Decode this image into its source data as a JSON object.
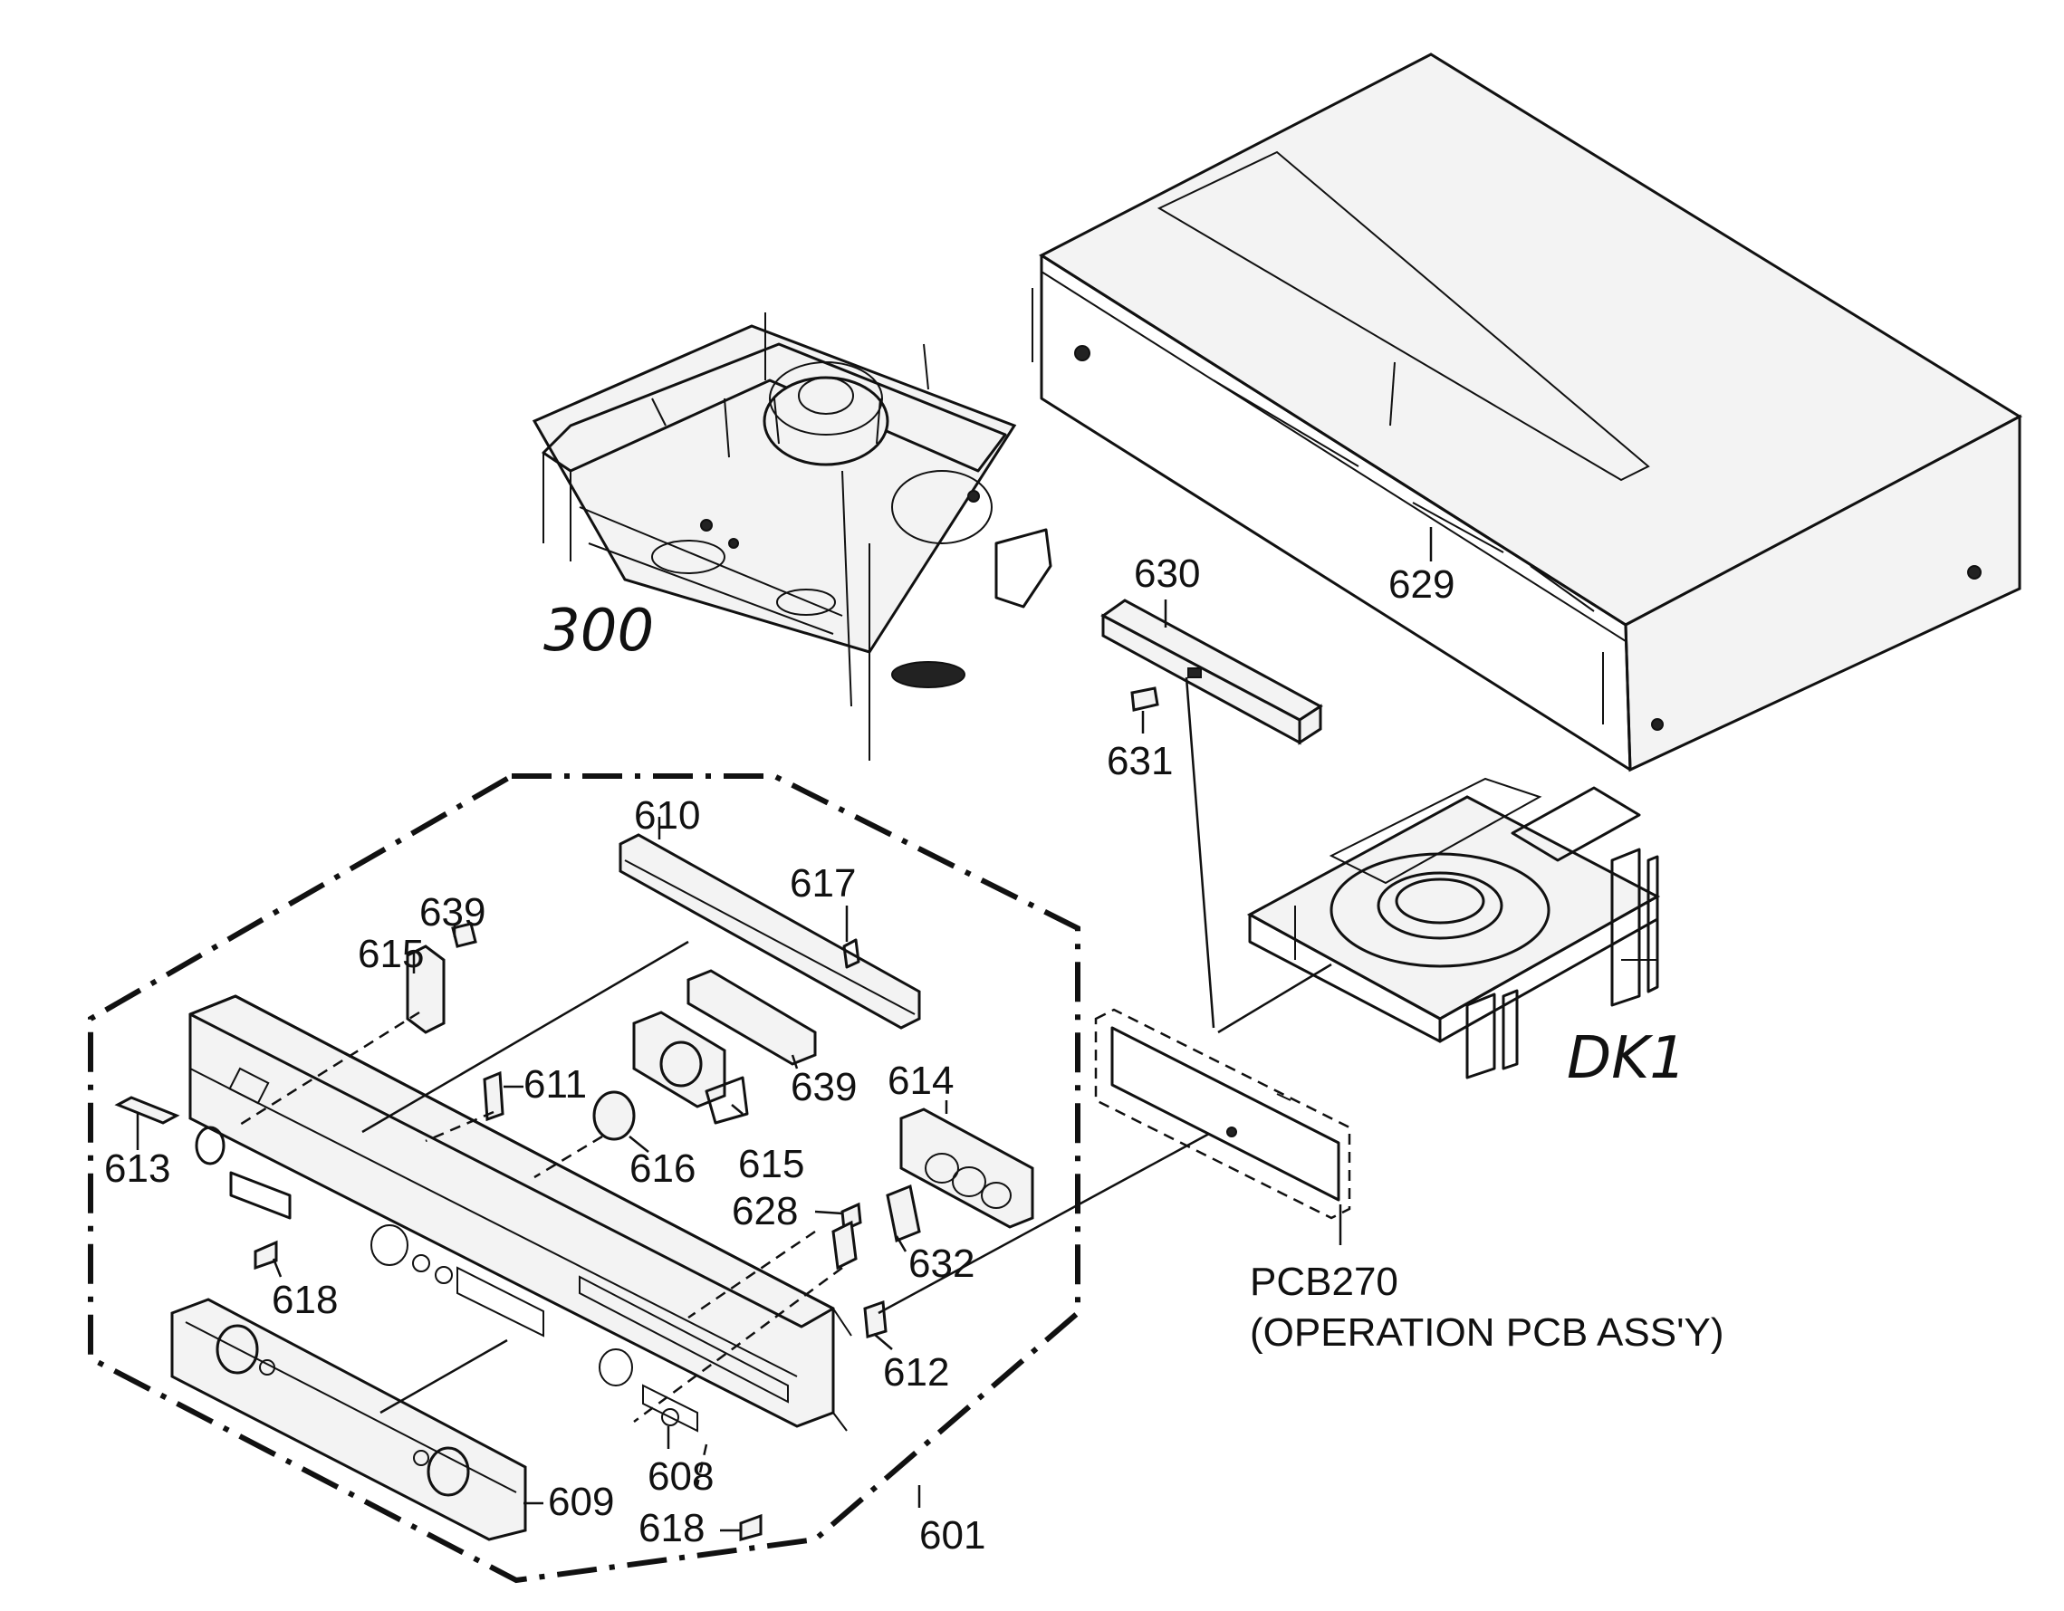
{
  "labels": {
    "p300": "300",
    "p629": "629",
    "p630": "630",
    "p631": "631",
    "pDK1": "DK1",
    "p610": "610",
    "p617": "617",
    "p639a": "639",
    "p615a": "615",
    "p611": "611",
    "p639b": "639",
    "p614": "614",
    "p613": "613",
    "p616": "616",
    "p615b": "615",
    "p628": "628",
    "p632": "632",
    "p618a": "618",
    "p612": "612",
    "p608": "608",
    "p609": "609",
    "p618b": "618",
    "p601": "601",
    "pcb270": "PCB270",
    "pcb270_desc": "(OPERATION PCB ASS'Y)"
  }
}
